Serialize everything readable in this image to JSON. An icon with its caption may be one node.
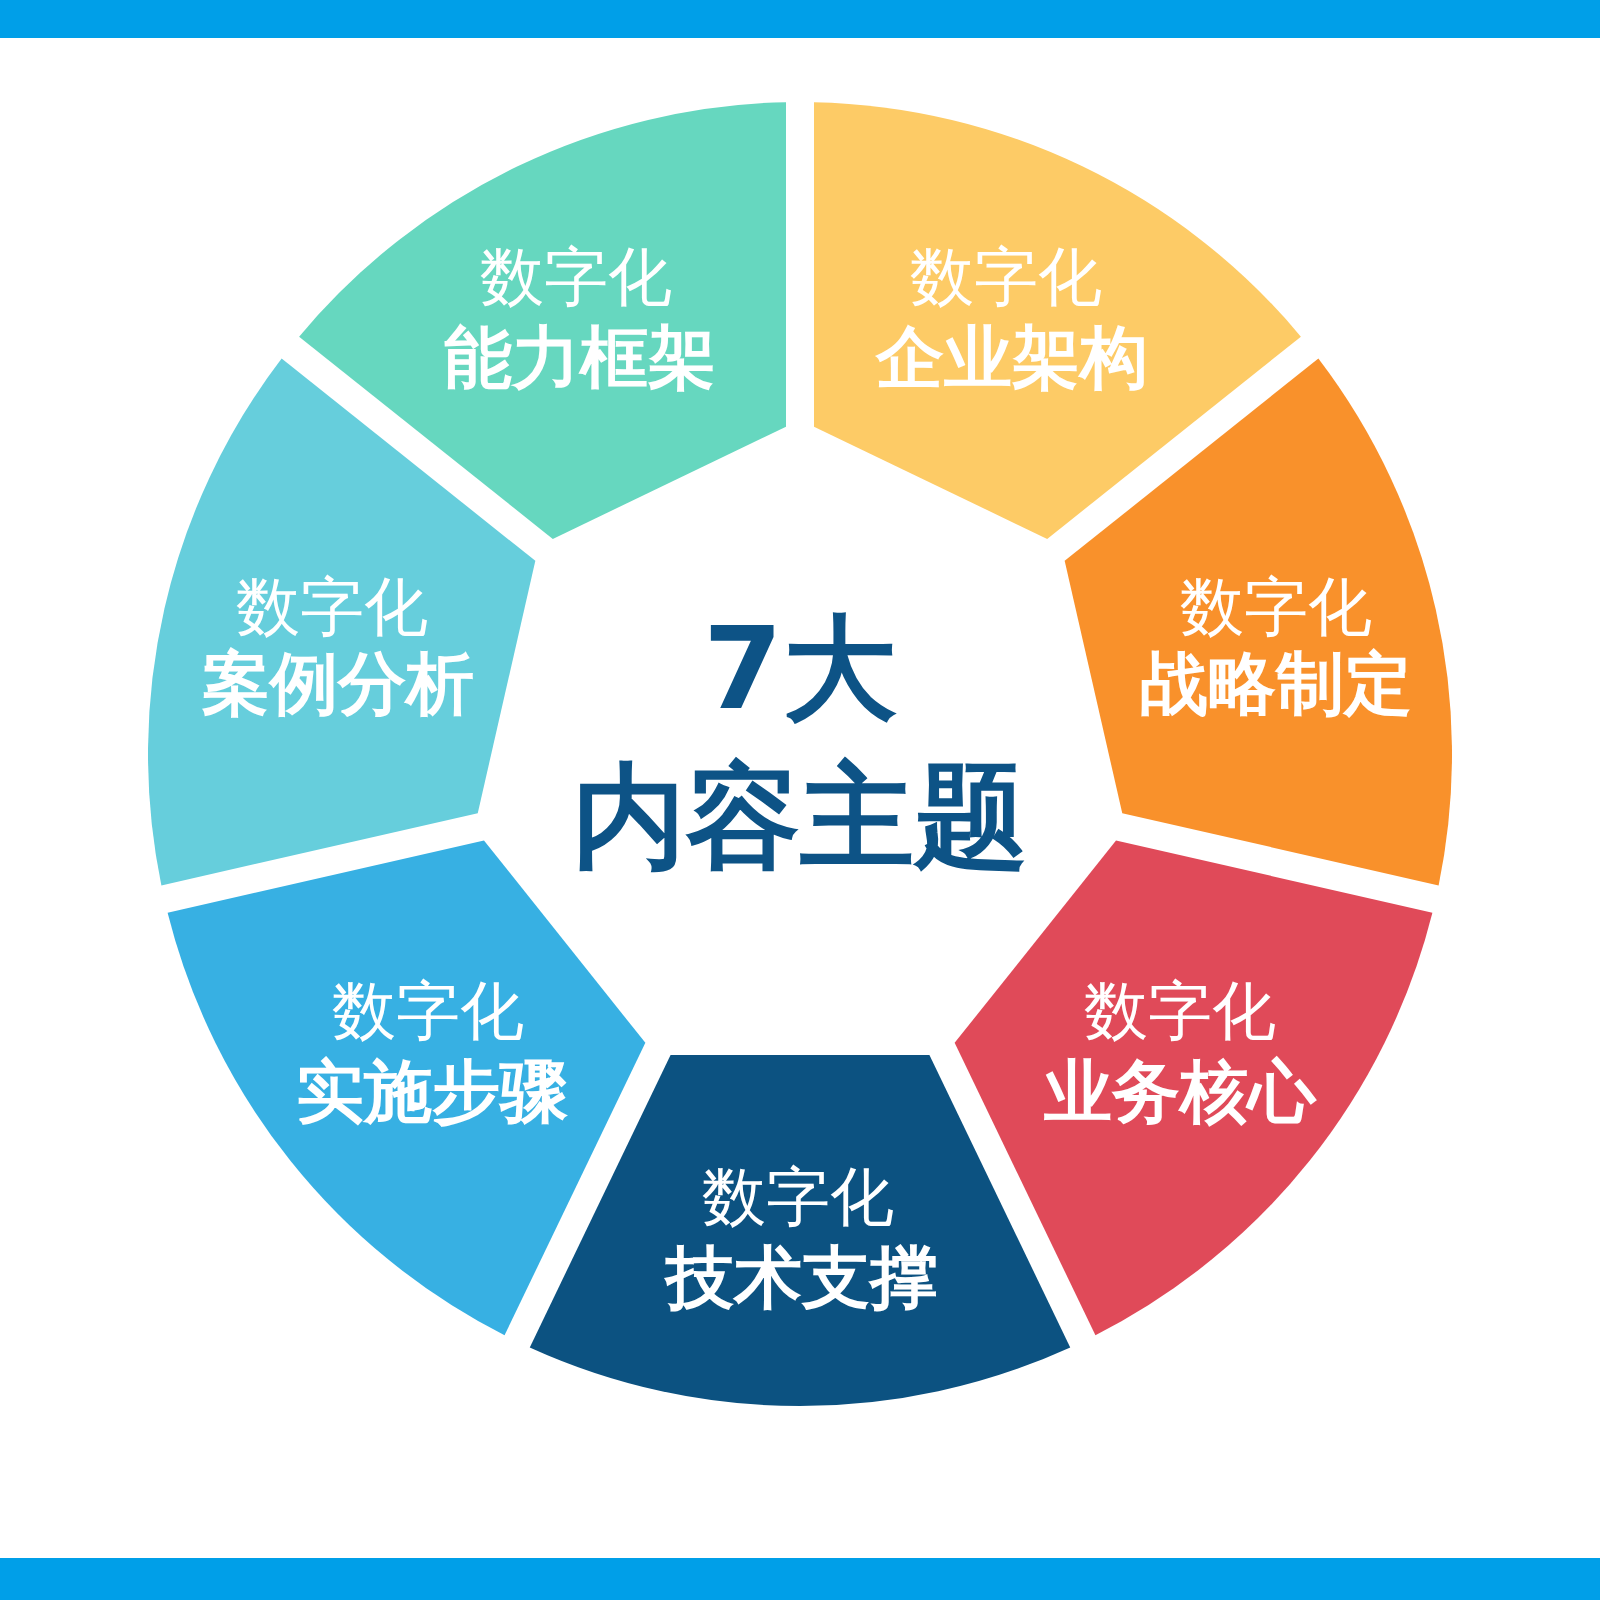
{
  "diagram": {
    "nodes": [
      {
        "text": [],
        "shape": "bar"
      },
      {
        "text": [
          "数字化",
          "能力框架"
        ]
      },
      {
        "text": [
          "数字化",
          "企业架构"
        ]
      },
      {
        "text": [
          "数字化",
          "战略制定"
        ]
      },
      {
        "text": [
          "数字化",
          "业务核心"
        ]
      },
      {
        "text": [
          "数字化",
          "技术支撑"
        ]
      },
      {
        "text": [
          "数字化",
          "实施步骤"
        ]
      },
      {
        "text": [
          "数字化",
          "案例分析"
        ]
      },
      {
        "text": [
          "7大内容主题"
        ]
      },
      {
        "text": [],
        "shape": "bar"
      }
    ]
  }
}
